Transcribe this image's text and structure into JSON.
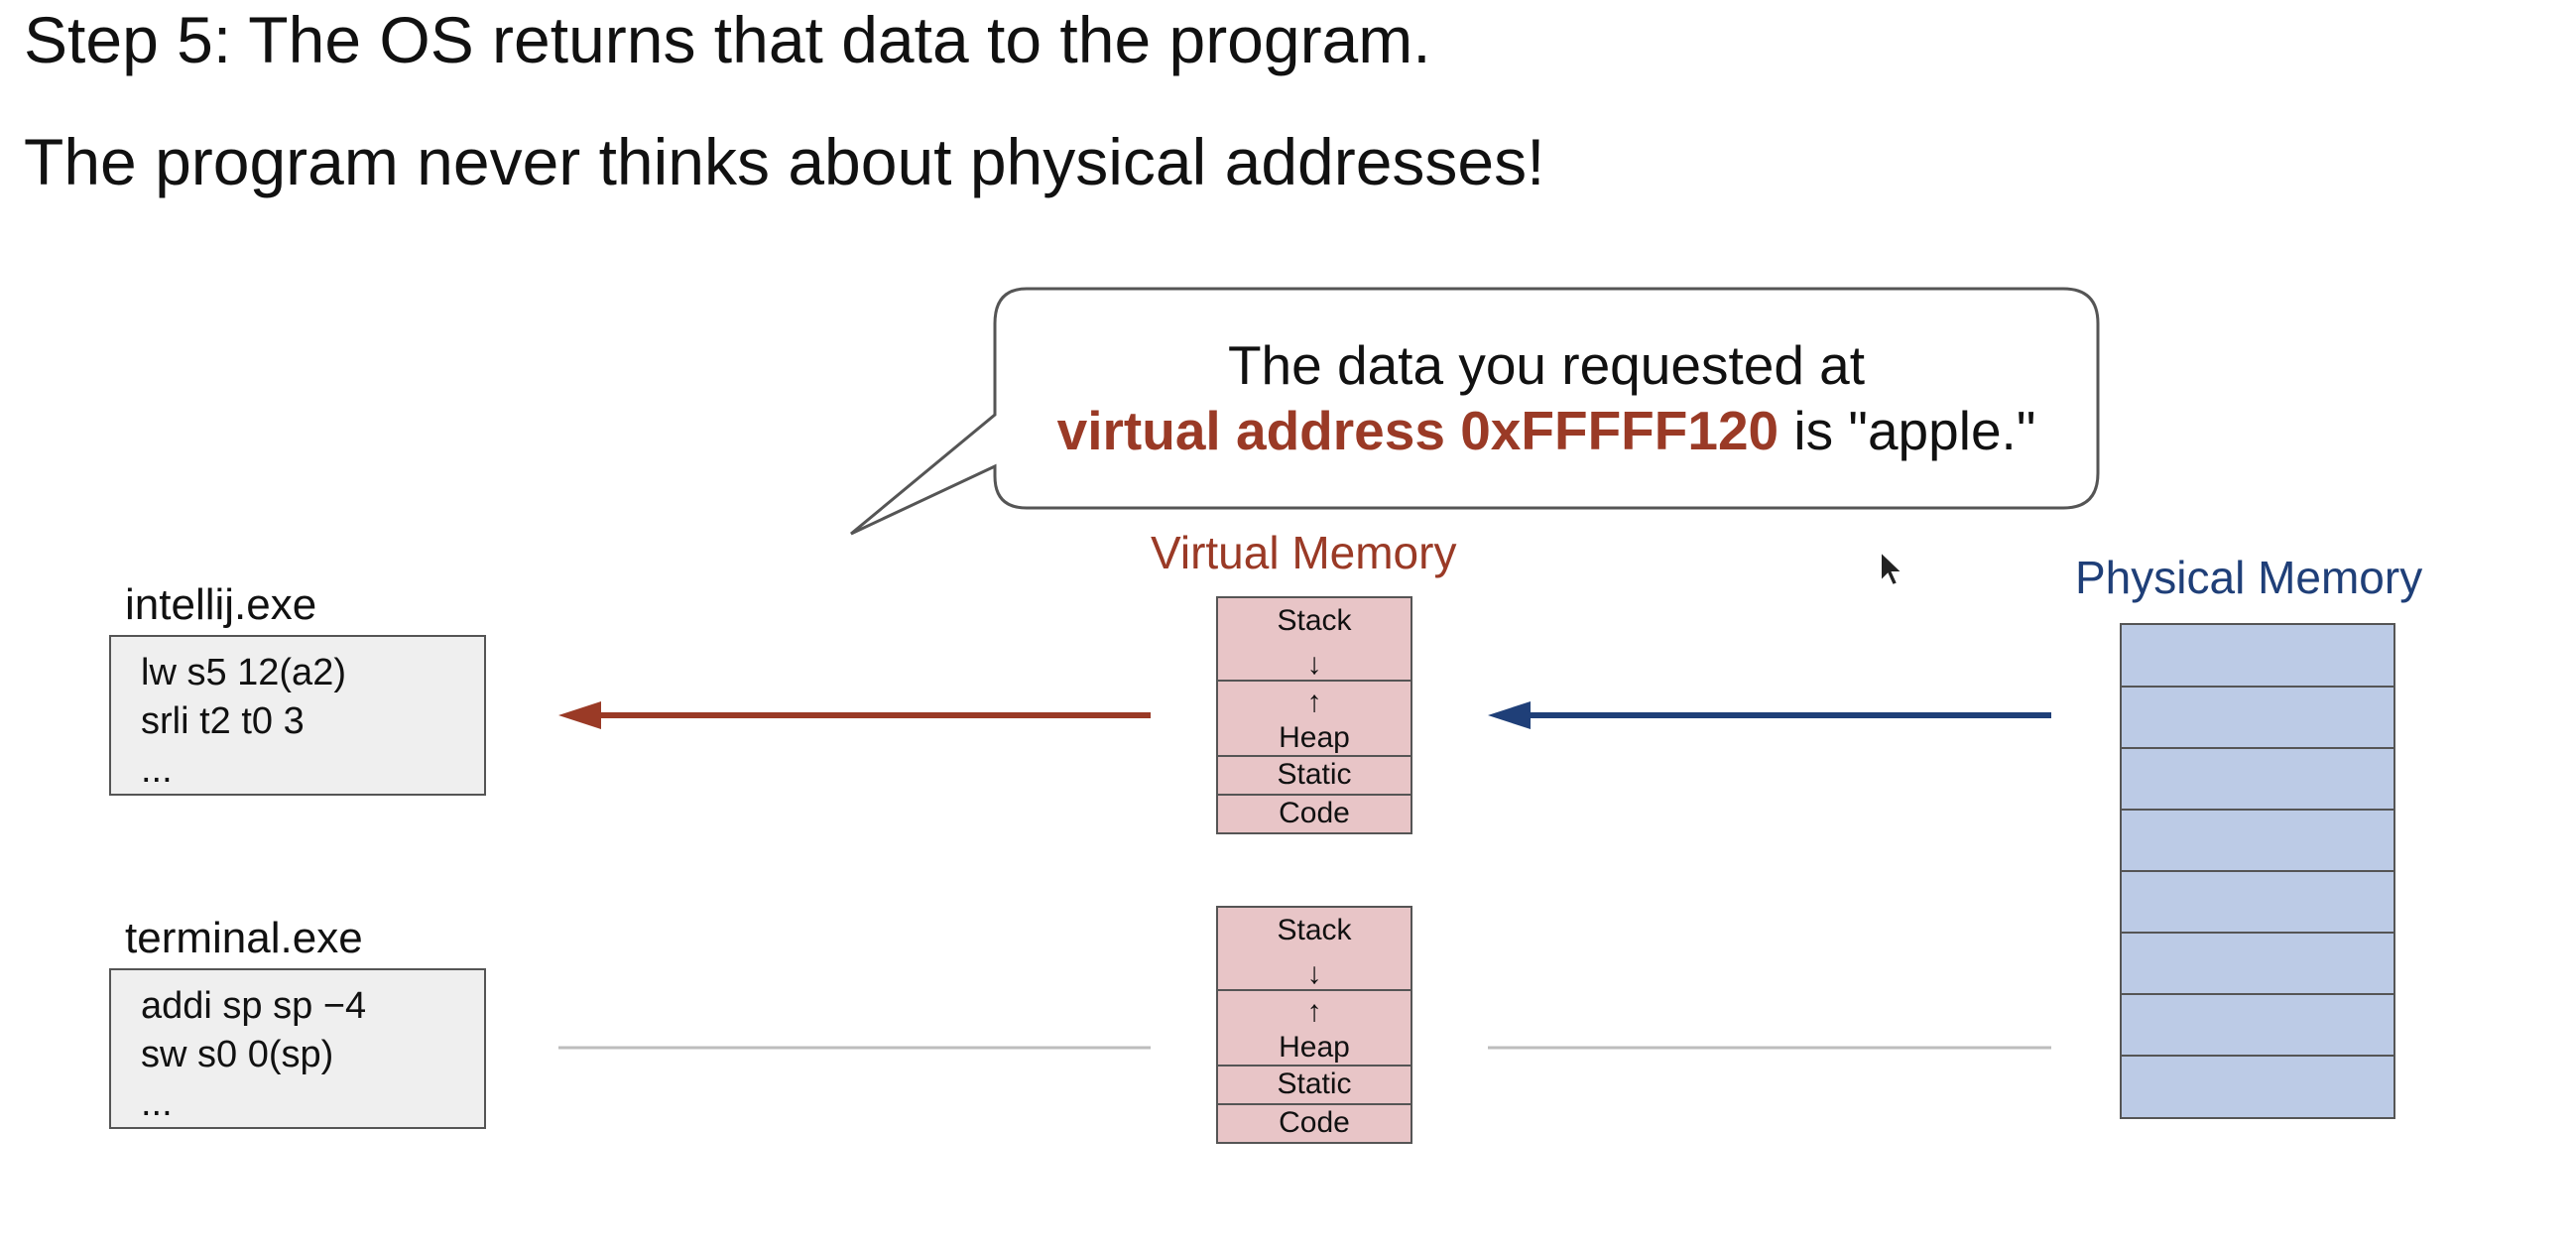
{
  "heading": {
    "step": "Step 5: The OS returns that data to the program.",
    "note": "The program never thinks about physical addresses!"
  },
  "bubble": {
    "line1": "The data you requested at",
    "highlight": "virtual address 0xFFFFF120",
    "tail": " is \"apple.\""
  },
  "virtual_memory": {
    "title": "Virtual Memory",
    "segments": [
      "Stack",
      "↓",
      "↑",
      "Heap",
      "Static",
      "Code"
    ]
  },
  "physical_memory": {
    "title": "Physical Memory",
    "cells": 8
  },
  "programs": [
    {
      "name": "intellij.exe",
      "code": [
        "lw s5 12(a2)",
        "srli t2 t0 3",
        "..."
      ]
    },
    {
      "name": "terminal.exe",
      "code": [
        "addi sp sp −4",
        "sw s0 0(sp)",
        "..."
      ]
    }
  ],
  "colors": {
    "virtual_accent": "#9a3a26",
    "physical_accent": "#1f3f78",
    "virtual_fill": "#e8c5c7",
    "physical_fill": "#bccbe6",
    "code_fill": "#efefef"
  }
}
